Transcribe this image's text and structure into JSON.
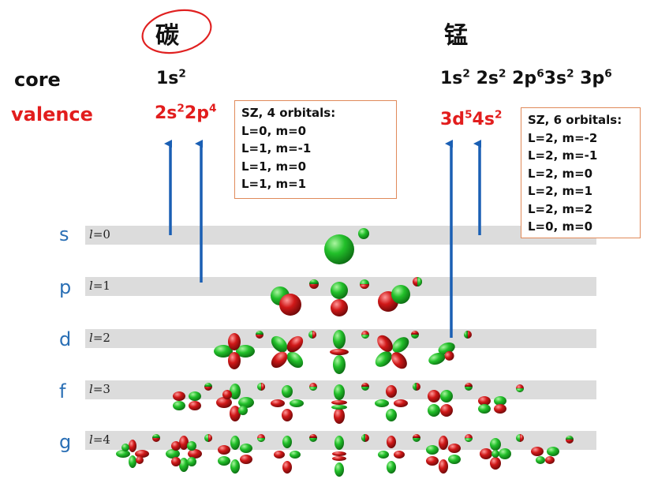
{
  "elements": {
    "left": "碳",
    "right": "锰"
  },
  "rows": {
    "core_label": "core",
    "valence_label": "valence"
  },
  "carbon": {
    "core": [
      "1s",
      "2"
    ],
    "valence": [
      [
        "2s",
        "2"
      ],
      [
        "2p",
        "4"
      ]
    ]
  },
  "manganese": {
    "core": [
      [
        "1s",
        "2"
      ],
      [
        "2s",
        "2"
      ],
      [
        "2p",
        "6"
      ],
      [
        "3s",
        "2"
      ],
      [
        "3p",
        "6"
      ]
    ],
    "valence": [
      [
        "3d",
        "5"
      ],
      [
        "4s",
        "2"
      ]
    ]
  },
  "box_carbon": {
    "title": "SZ, 4 orbitals:",
    "lines": [
      "L=0, m=0",
      "L=1, m=-1",
      "L=1, m=0",
      "L=1, m=1"
    ]
  },
  "box_manganese": {
    "title": "SZ, 6 orbitals:",
    "lines": [
      "L=2, m=-2",
      "L=2, m=-1",
      "L=2, m=0",
      "L=2, m=1",
      "L=2, m=2",
      "L=0, m=0"
    ]
  },
  "shells": [
    {
      "letter": "s",
      "l_label": "=0",
      "l_symbol": "l"
    },
    {
      "letter": "p",
      "l_label": "=1",
      "l_symbol": "l"
    },
    {
      "letter": "d",
      "l_label": "=2",
      "l_symbol": "l"
    },
    {
      "letter": "f",
      "l_label": "=3",
      "l_symbol": "l"
    },
    {
      "letter": "g",
      "l_label": "=4",
      "l_symbol": "l"
    }
  ],
  "colors": {
    "arrow": "#1a5fb4",
    "lobe_green": "#22c02a",
    "lobe_red": "#d01818",
    "valence_text": "#e21d1d",
    "shell_letter": "#2a6fb5",
    "circle": "#e02020"
  }
}
